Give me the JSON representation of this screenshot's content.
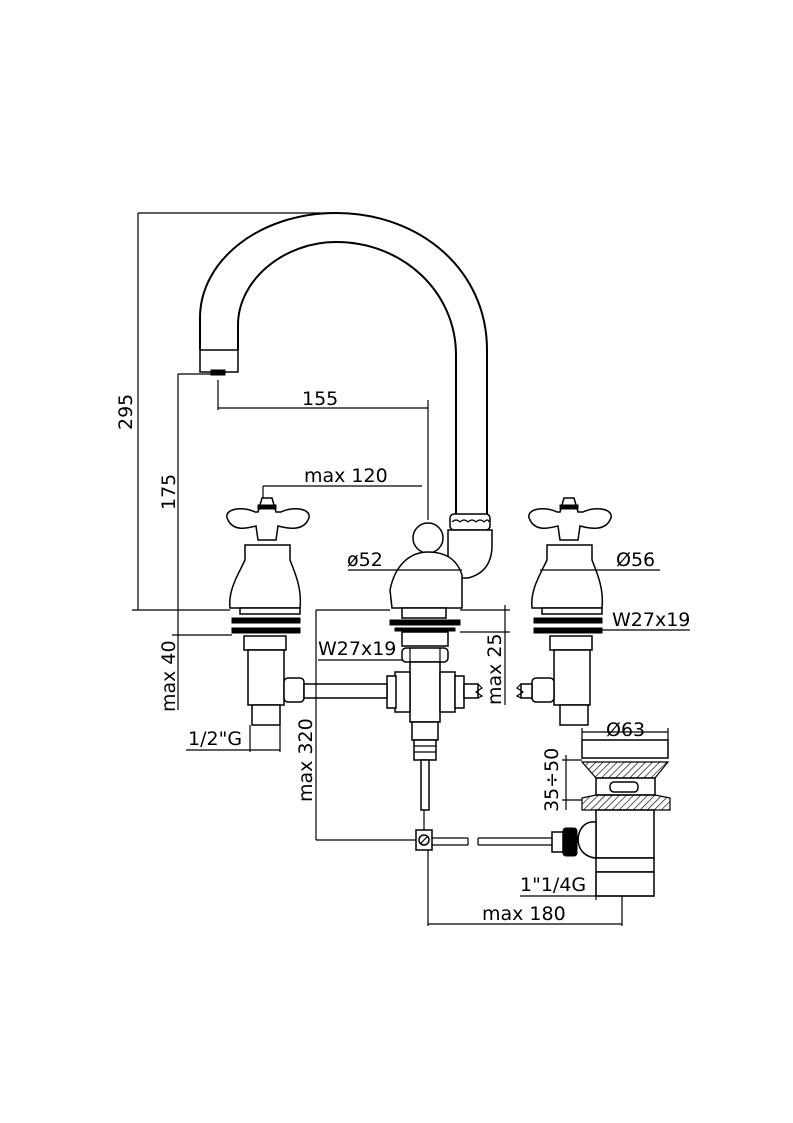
{
  "dimensions": {
    "height_total": "295",
    "spout_height": "175",
    "spout_reach": "155",
    "spout_offset": "max 120",
    "spout_base_diameter": "ø52",
    "handle_base_diameter": "Ø56",
    "thread_right": "W27x19",
    "thread_center": "W27x19",
    "deck_thickness_left": "max 40",
    "deck_thickness_center": "max 25",
    "inlet_thread": "1/2\"G",
    "under_deck_depth": "max 320",
    "drain_flange_diameter": "Ø63",
    "drain_height_range": "35÷50",
    "drain_thread": "1\"1/4G",
    "drain_rod_offset": "max 180"
  }
}
